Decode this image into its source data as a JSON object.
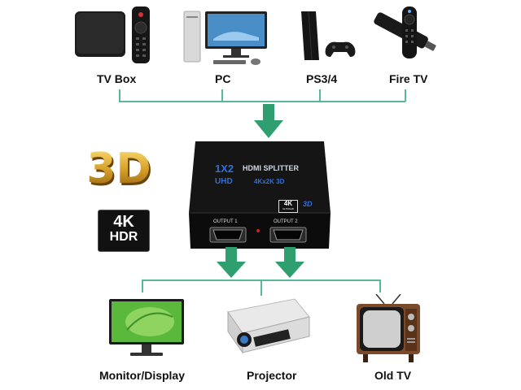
{
  "sources": [
    {
      "label": "TV Box"
    },
    {
      "label": "PC"
    },
    {
      "label": "PS3/4"
    },
    {
      "label": "Fire TV"
    }
  ],
  "splitter": {
    "title_big": "1X2",
    "title": "HDMI SPLITTER",
    "subtitle_left": "UHD",
    "subtitle_right": "4Kx2K 3D",
    "logo_4k": "4K",
    "logo_4k_sub": "ULTRAHD",
    "logo_3d": "3D",
    "output1": "OUTPUT 1",
    "output2": "OUTPUT 2"
  },
  "badges": {
    "three_d": "3D",
    "hdr_top": "4K",
    "hdr_bottom": "HDR"
  },
  "outputs": [
    {
      "label": "Monitor/Display"
    },
    {
      "label": "Projector"
    },
    {
      "label": "Old TV"
    }
  ],
  "colors": {
    "accent": "#58b89a",
    "arrow": "#2f9f6f",
    "device": "#1a1a1a",
    "logo_blue": "#2f6fd6"
  }
}
